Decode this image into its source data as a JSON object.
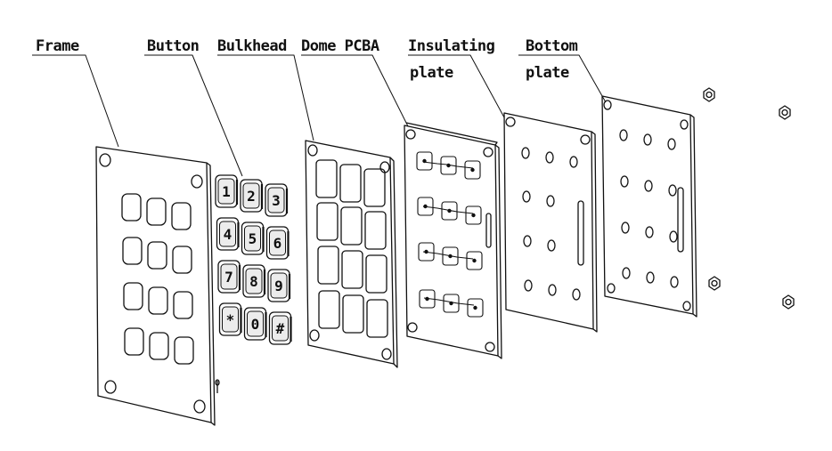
{
  "labels": {
    "frame": "Frame",
    "button": "Button",
    "bulkhead": "Bulkhead",
    "dome_pcba": "Dome PCBA",
    "insulating_plate": [
      "Insulating",
      "plate"
    ],
    "bottom_plate": [
      "Bottom",
      "plate"
    ]
  },
  "keypad": {
    "keys": [
      "1",
      "2",
      "3",
      "4",
      "5",
      "6",
      "7",
      "8",
      "9",
      "*",
      "0",
      "#"
    ]
  },
  "colors": {
    "line": "#111111",
    "background": "#ffffff"
  }
}
